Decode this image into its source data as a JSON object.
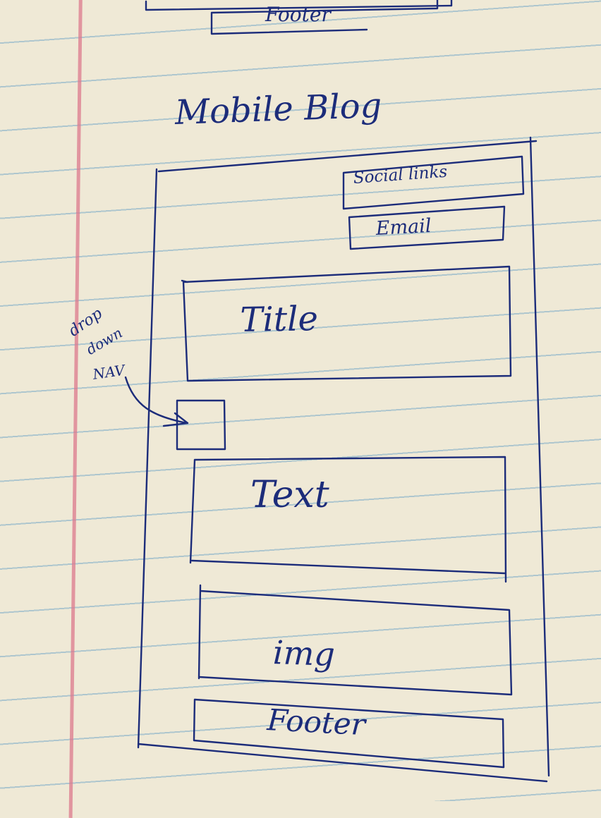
{
  "heading": "Mobile Blog",
  "top_fragment": {
    "footer_label": "Footer"
  },
  "wireframe": {
    "social_links_label": "Social links",
    "email_label": "Email",
    "title_label": "Title",
    "text_label": "Text",
    "img_label": "img",
    "footer_label": "Footer"
  },
  "annotation": {
    "line1": "drop",
    "line2": "down",
    "line3": "NAV"
  },
  "colors": {
    "ink": "#1c2c7a",
    "paper": "#efe9d6",
    "rule_line": "#78aac8",
    "margin_line": "#dc788c"
  }
}
